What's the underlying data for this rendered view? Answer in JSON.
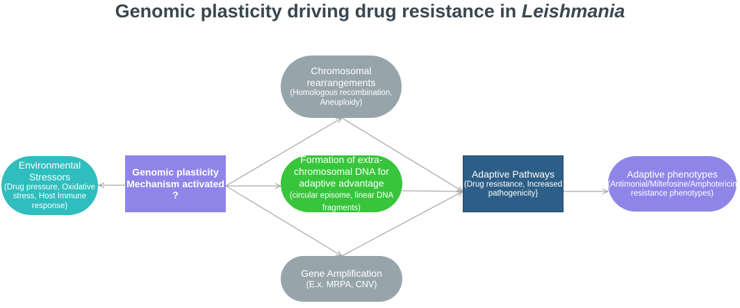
{
  "title": {
    "main": "Genomic plasticity driving drug resistance in ",
    "italic": "Leishmania"
  },
  "nodes": {
    "environmental_stressors": {
      "label": "Environmental Stressors",
      "detail": "(Drug pressure, Oxidative stress, Host Immune response)",
      "color": "#2fbdbd"
    },
    "genomic_plasticity": {
      "label": "Genomic plasticity Mechanism activated ?",
      "color": "#8f85e8"
    },
    "chromosomal_rearrangements": {
      "label": "Chromosomal rearrangements",
      "detail": "(Homologous recombination, Aneuploidy)",
      "color": "#97a5ab"
    },
    "extrachromosomal_dna": {
      "label": "Formation of extra-chromosomal DNA for adaptive advantage",
      "detail": "(circular episome, linear DNA fragments)",
      "color": "#38c53b"
    },
    "gene_amplification": {
      "label": "Gene Amplification",
      "detail": "(E.x. MRPA, CNV)",
      "color": "#97a5ab"
    },
    "adaptive_pathways": {
      "label": "Adaptive Pathways",
      "detail": "(Drug resistance, Increased pathogenicity}",
      "color": "#2d5e87"
    },
    "adaptive_phenotypes": {
      "label": "Adaptive phenotypes",
      "detail": "(Antimonial/Miltefosine/Amphotericin resistance phenotypes)",
      "color": "#8f85e8"
    }
  },
  "edge_color": "#a8a8a8"
}
